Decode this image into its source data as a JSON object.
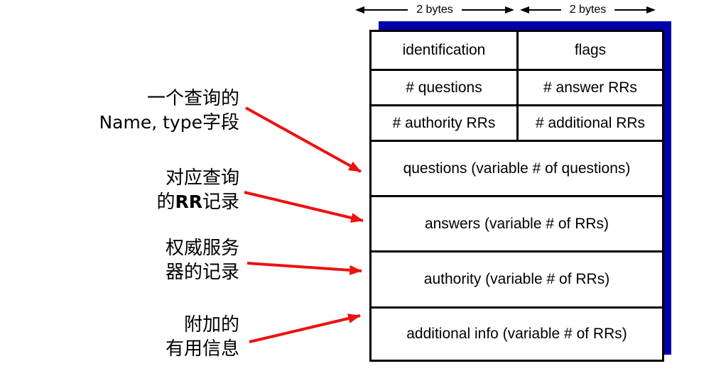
{
  "colors": {
    "shadow": "#0000A8",
    "arrow": "#ED1111"
  },
  "rulers": {
    "left_label": "2 bytes",
    "right_label": "2 bytes"
  },
  "table": {
    "rows2col": [
      {
        "left": "identification",
        "right": "flags"
      },
      {
        "left": "# questions",
        "right": "# answer RRs"
      },
      {
        "left": "# authority RRs",
        "right": "# additional RRs"
      }
    ],
    "rows_full": [
      {
        "label": "questions (variable # of questions)"
      },
      {
        "label": "answers (variable # of RRs)"
      },
      {
        "label": "authority (variable # of RRs)"
      },
      {
        "label": "additional info (variable # of RRs)"
      }
    ]
  },
  "annotations": [
    {
      "line1": "一个查询的",
      "line2_latin": "Name, type",
      "line2_cjk": "字段"
    },
    {
      "line1": "对应查询",
      "line2_pre": "的",
      "line2_bold": "RR",
      "line2_post": "记录"
    },
    {
      "line1": "权威服务",
      "line2": "器的记录"
    },
    {
      "line1": "附加的",
      "line2": "有用信息"
    }
  ]
}
